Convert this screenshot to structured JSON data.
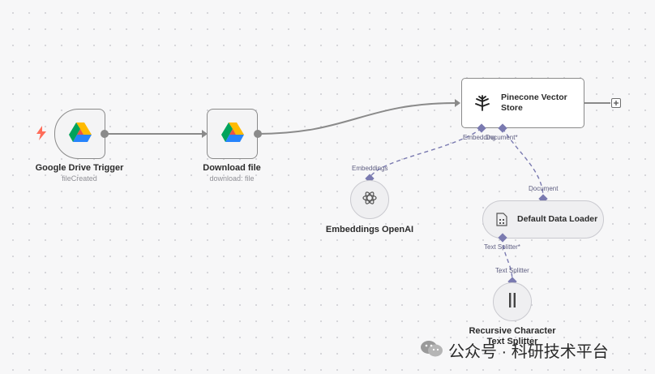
{
  "nodes": {
    "gdrive_trigger": {
      "title": "Google Drive Trigger",
      "subtitle": "fileCreated"
    },
    "download_file": {
      "title": "Download file",
      "subtitle": "download: file"
    },
    "pinecone": {
      "title_line1": "Pinecone Vector",
      "title_line2": "Store"
    },
    "embeddings": {
      "title": "Embeddings OpenAI"
    },
    "data_loader": {
      "title": "Default Data Loader"
    },
    "splitter": {
      "title_line1": "Recursive Character",
      "title_line2": "Text Splitter"
    }
  },
  "ports": {
    "embedding_in": "Embedding",
    "document_in": "Document*",
    "embeddings_out": "Embeddings",
    "document_out": "Document",
    "text_splitter_in": "Text Splitter*",
    "text_splitter_out": "Text Splitter"
  },
  "watermark": "公众号 · 科研技术平台",
  "colors": {
    "connection": "#8a8a8a",
    "ai_port": "#7a7ab0",
    "trigger_bolt": "#ff6d5a"
  }
}
